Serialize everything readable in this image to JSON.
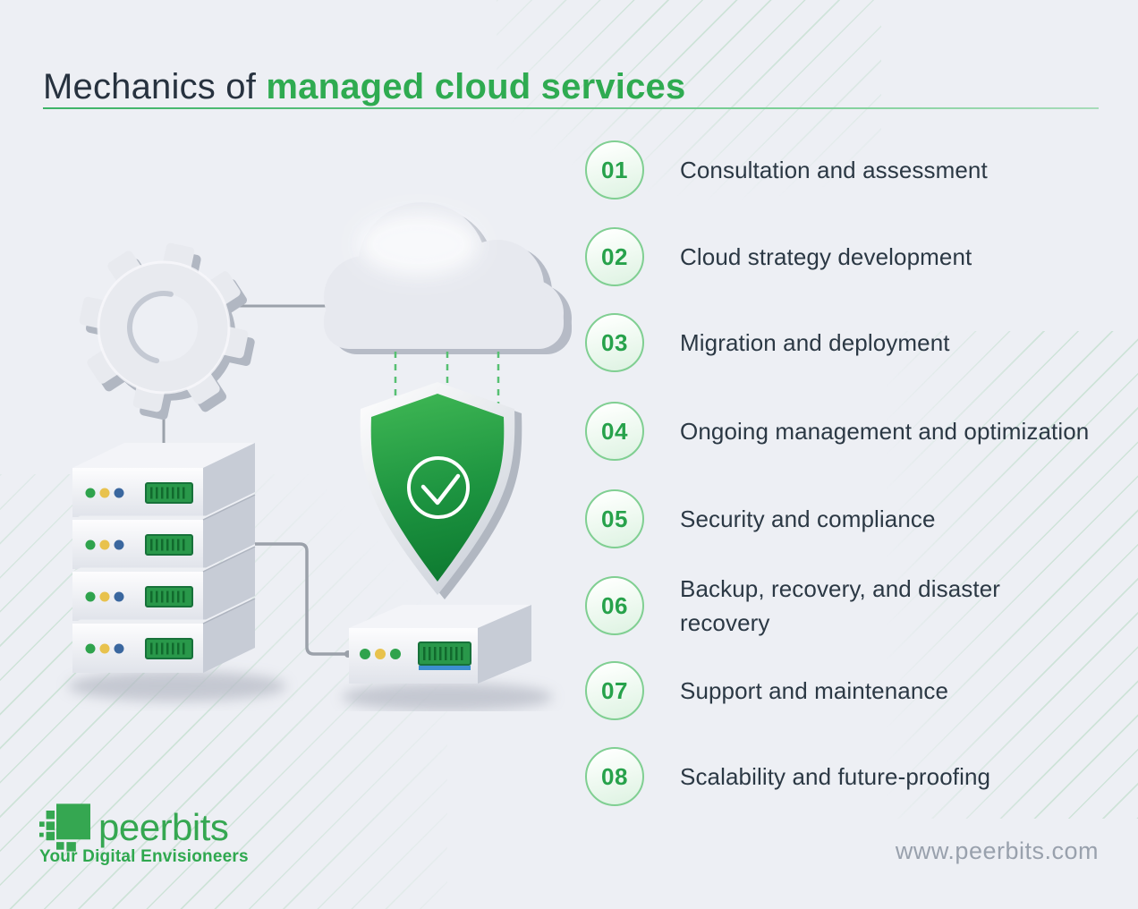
{
  "header": {
    "title_prefix": "Mechanics of ",
    "title_highlight": "managed cloud services"
  },
  "steps": [
    {
      "number": "01",
      "label": "Consultation and assessment"
    },
    {
      "number": "02",
      "label": "Cloud strategy development"
    },
    {
      "number": "03",
      "label": "Migration and deployment"
    },
    {
      "number": "04",
      "label": "Ongoing management and optimization"
    },
    {
      "number": "05",
      "label": "Security and compliance"
    },
    {
      "number": "06",
      "label": "Backup, recovery, and disaster recovery"
    },
    {
      "number": "07",
      "label": "Support and maintenance"
    },
    {
      "number": "08",
      "label": "Scalability and future-proofing"
    }
  ],
  "illustration": {
    "icons": [
      "gear-icon",
      "cloud-icon",
      "shield-check-icon",
      "server-stack-icon",
      "server-icon"
    ]
  },
  "footer": {
    "brand": "peerbits",
    "tagline": "Your Digital Envisioneers",
    "website": "www.peerbits.com"
  },
  "colors": {
    "background": "#edeff4",
    "accent_green": "#2fab51",
    "badge_green": "#27a24b",
    "badge_border": "#80cf92",
    "text_dark": "#2b3844",
    "shield_green_top": "#3db553",
    "shield_green_bottom": "#0e7b31",
    "url_gray": "#99a1ad"
  }
}
